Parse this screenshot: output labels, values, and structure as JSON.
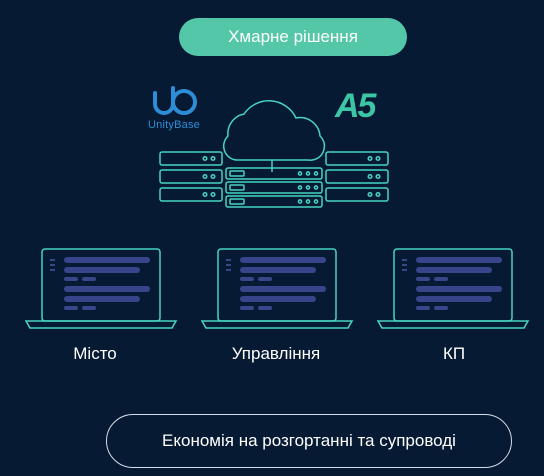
{
  "header": {
    "title": "Хмарне рішення"
  },
  "logos": {
    "unitybase": "UnityBase",
    "a5": "A5"
  },
  "clients": [
    {
      "label": "Місто"
    },
    {
      "label": "Управління"
    },
    {
      "label": "КП"
    }
  ],
  "footer": {
    "text": "Економія на розгортанні та супроводі"
  },
  "colors": {
    "background": "#061a33",
    "accent_green": "#55c7a9",
    "line_teal": "#47d4c0",
    "logo_blue": "#2d8dd6",
    "screen_bar": "#37468a"
  }
}
